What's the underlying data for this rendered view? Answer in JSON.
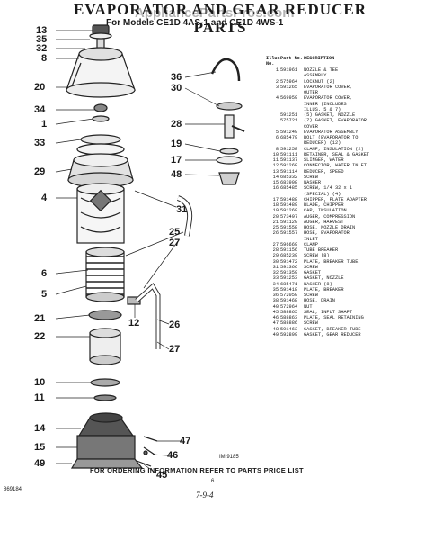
{
  "header": {
    "title": "EVAPORATOR AND GEAR REDUCER PARTS",
    "subtitle": "For Models CE1D 4AS-1 and CE1D 4WS-1",
    "watermark": "AppliancePartsPros.com"
  },
  "table": {
    "col1": "Illus. No.",
    "col2": "Part No.",
    "col3": "DESCRIPTION",
    "rows": [
      [
        "1",
        "591961",
        "NOZZLE & TEE"
      ],
      [
        "",
        "",
        "ASSEMBLY"
      ],
      [
        "2",
        "575964",
        "LOCKNUT (2)"
      ],
      [
        "3",
        "591265",
        "EVAPORATOR COVER,"
      ],
      [
        "",
        "",
        "OUTER"
      ],
      [
        "4",
        "569959",
        "EVAPORATOR COVER,"
      ],
      [
        "",
        "",
        "INNER (INCLUDES"
      ],
      [
        "",
        "",
        "ILLUS. 5 & 7)"
      ],
      [
        "",
        "591251",
        "(5) GASKET, NOZZLE"
      ],
      [
        "",
        "575721",
        "(7) GASKET, EVAPORATOR"
      ],
      [
        "",
        "",
        "COVER"
      ],
      [
        "5",
        "591249",
        "EVAPORATOR ASSEMBLY"
      ],
      [
        "6",
        "685479",
        "BOLT (EVAPORATOR TO"
      ],
      [
        "",
        "",
        "REDUCER) (12)"
      ],
      [
        "8",
        "591258",
        "CLAMP, INSULATION (2)"
      ],
      [
        "10",
        "591111",
        "RETAINER, SEAL & GASKET"
      ],
      [
        "11",
        "591137",
        "SLINGER, WATER"
      ],
      [
        "12",
        "591268",
        "CONNECTOR, WATER INLET"
      ],
      [
        "13",
        "591114",
        "REDUCER, SPEED"
      ],
      [
        "14",
        "685332",
        "SCREW"
      ],
      [
        "15",
        "683908",
        "WASHER"
      ],
      [
        "16",
        "685485",
        "SCREW, 1/4 32 x 1"
      ],
      [
        "",
        "",
        "(SPECIAL) (4)"
      ],
      [
        "17",
        "591488",
        "CHIPPER, PLATE ADAPTER"
      ],
      [
        "18",
        "591489",
        "BLADE, CHIPPER"
      ],
      [
        "19",
        "591269",
        "CAP, INSULATION"
      ],
      [
        "20",
        "573497",
        "AUGER, COMPRESSION"
      ],
      [
        "21",
        "591120",
        "AUGER, HARVEST"
      ],
      [
        "25",
        "591558",
        "HOSE, NOZZLE DRAIN"
      ],
      [
        "26",
        "591557",
        "HOSE, EVAPORATOR"
      ],
      [
        "",
        "",
        "INLET"
      ],
      [
        "27",
        "596669",
        "CLAMP"
      ],
      [
        "28",
        "591156",
        "TUBE BREAKER"
      ],
      [
        "29",
        "685239",
        "SCREW (8)"
      ],
      [
        "30",
        "591472",
        "PLATE, BREAKER TUBE"
      ],
      [
        "31",
        "591366",
        "SCREW"
      ],
      [
        "32",
        "591359",
        "GASKET"
      ],
      [
        "33",
        "591253",
        "GASKET, NOZZLE"
      ],
      [
        "34",
        "685471",
        "WASHER (8)"
      ],
      [
        "35",
        "591418",
        "PLATE, BREAKER"
      ],
      [
        "36",
        "572050",
        "SCREW"
      ],
      [
        "38",
        "591468",
        "HOSE, DRAIN"
      ],
      [
        "40",
        "572964",
        "NUT"
      ],
      [
        "45",
        "588865",
        "SEAL, INPUT SHAFT"
      ],
      [
        "46",
        "588863",
        "PLATE, SEAL RETAINING"
      ],
      [
        "47",
        "588886",
        "SCREW"
      ],
      [
        "48",
        "591463",
        "GASKET, BREAKER TUBE"
      ],
      [
        "49",
        "592899",
        "GASKET, GEAR REDUCER"
      ]
    ]
  },
  "callouts": {
    "left": [
      "13",
      "35",
      "32",
      "8",
      "20",
      "34",
      "1",
      "33",
      "29",
      "4",
      "6",
      "5",
      "21",
      "22",
      "10",
      "11",
      "14",
      "15",
      "49"
    ],
    "right": [
      "36",
      "30",
      "28",
      "19",
      "17",
      "48",
      "31",
      "25",
      "27",
      "12",
      "26",
      "27",
      "47",
      "45",
      "46"
    ]
  },
  "footer": {
    "ordering_note": "FOR ORDERING INFORMATION REFER TO PARTS PRICE LIST",
    "image_ref": "IM 9185",
    "page_number": "6",
    "doc_number": "869184",
    "handwritten": "7-9-4"
  }
}
